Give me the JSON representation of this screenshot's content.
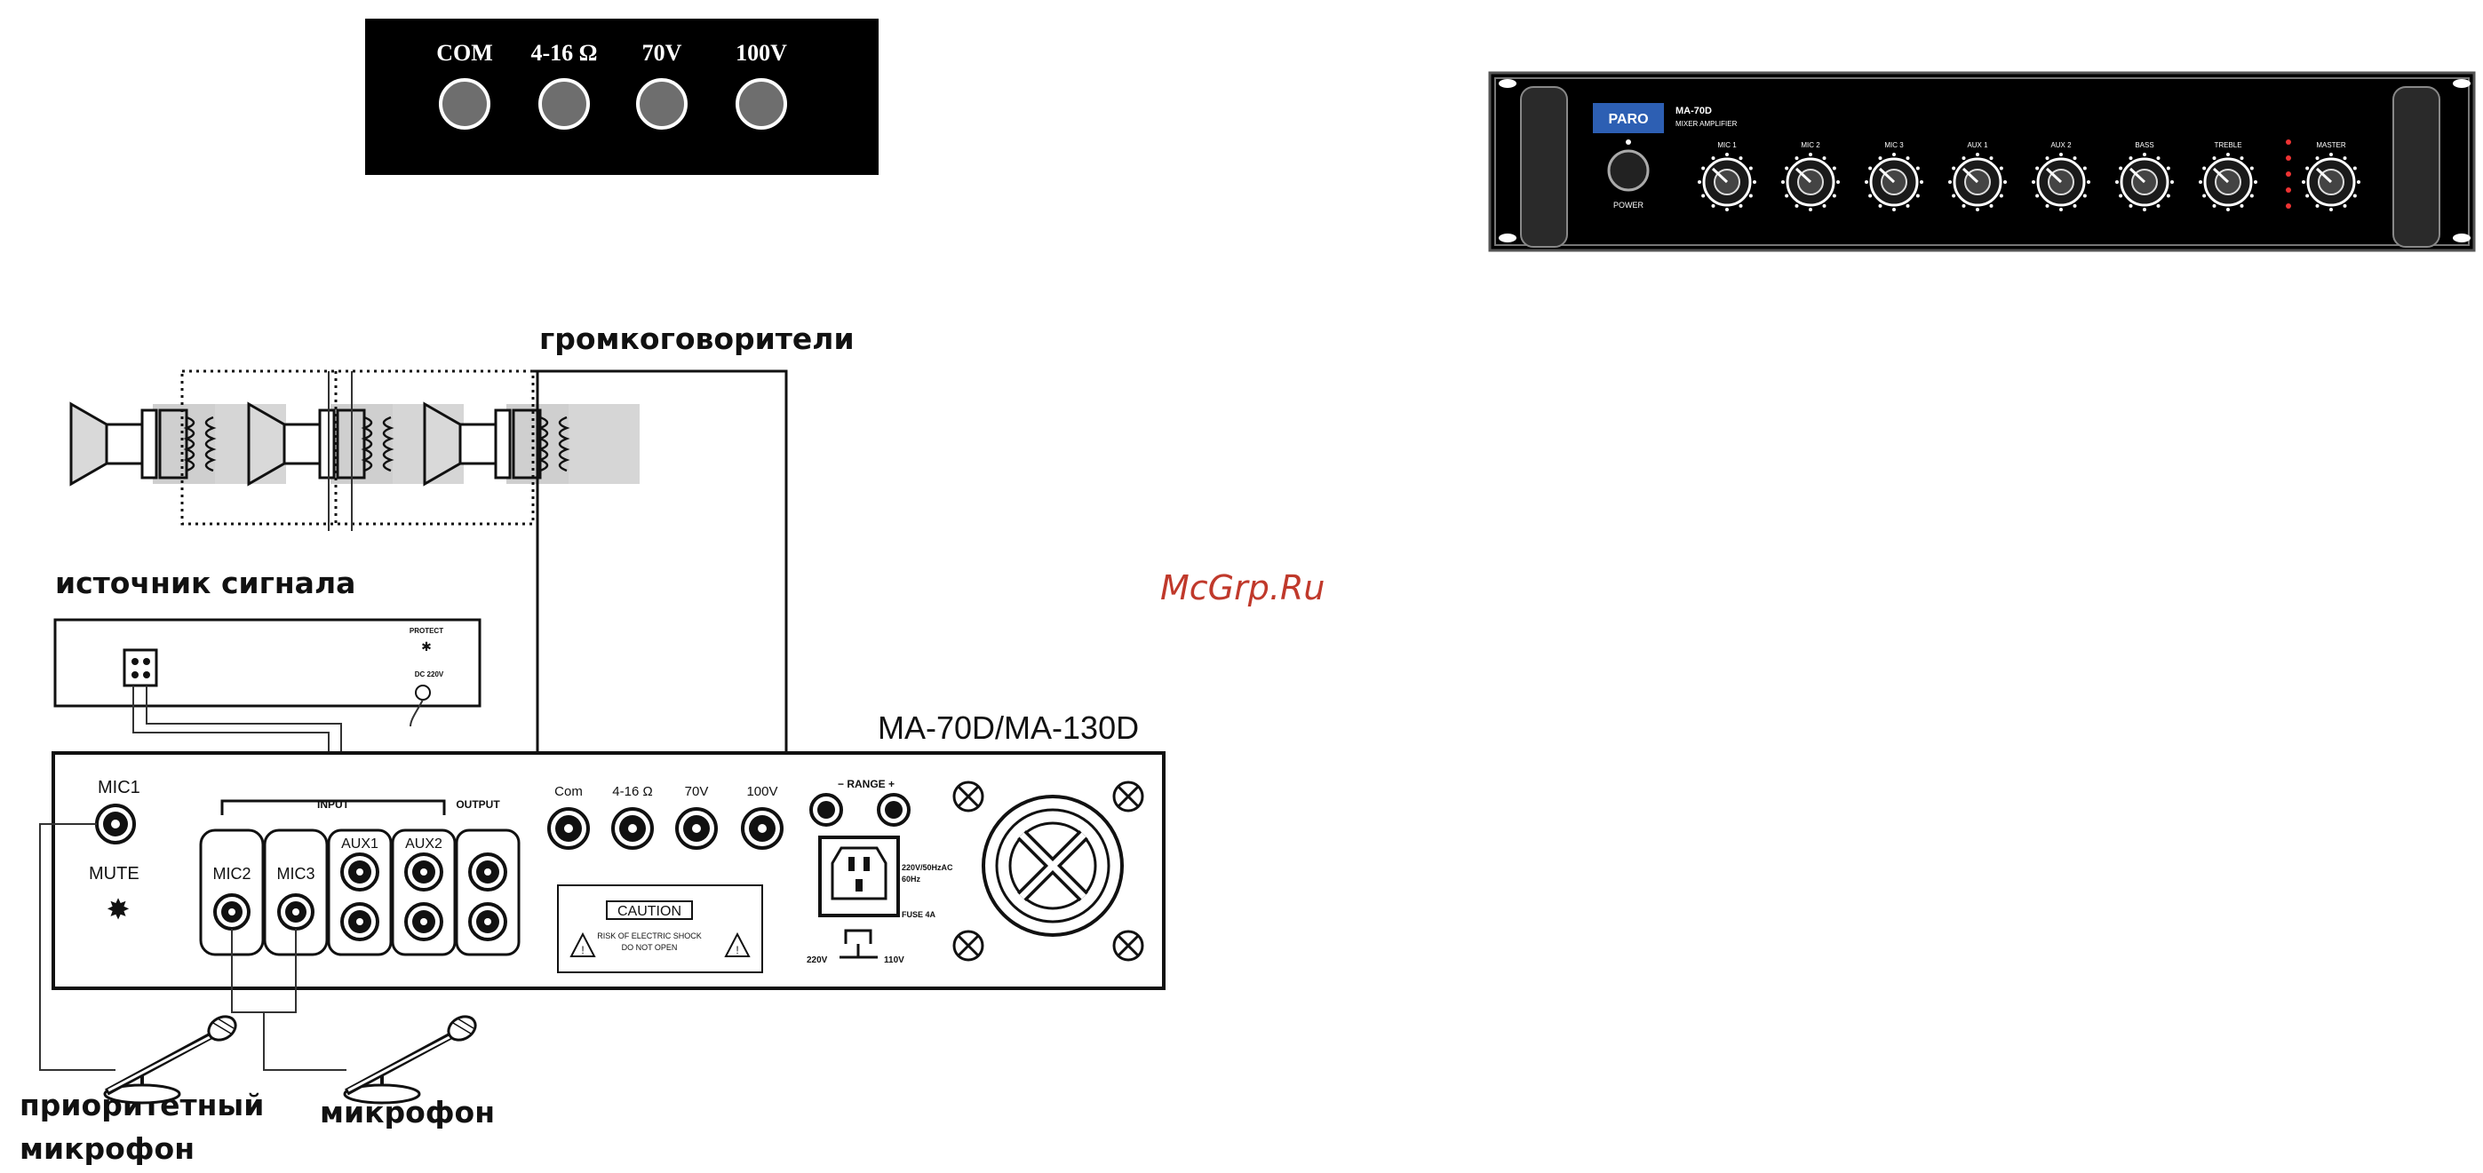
{
  "top_panel": {
    "terminals": [
      "COM",
      "4-16 Ω",
      "70V",
      "100V"
    ]
  },
  "watermark": "McGrp.Ru",
  "labels": {
    "speakers": "громкоговорители",
    "signal_source": "источник сигнала",
    "model": "MA-70D/MA-130D",
    "priority_mic_line1": "приоритетный",
    "priority_mic_line2": "микрофон",
    "microphone": "микрофон"
  },
  "source_device": {
    "protect": "PROTECT",
    "dc": "DC 220V"
  },
  "rear_panel": {
    "mic1": "MIC1",
    "mute": "MUTE",
    "mic2": "MIC2",
    "mic3": "MIC3",
    "input": "INPUT",
    "aux1": "AUX1",
    "aux2": "AUX2",
    "output": "OUTPUT",
    "terminals": [
      "Com",
      "4-16 Ω",
      "70V",
      "100V"
    ],
    "range": "− RANGE +",
    "ac_rating_1": "220V/50HzAC",
    "ac_rating_2": "60Hz",
    "fuse": "FUSE 4A",
    "v220": "220V",
    "v110": "110V",
    "caution": "CAUTION",
    "caution_text_1": "RISK OF ELECTRIC SHOCK",
    "caution_text_2": "DO NOT OPEN"
  },
  "front_panel": {
    "brand": "PARO",
    "model": "MA-70D",
    "subtitle": "MIXER AMPLIFIER",
    "power": "POWER",
    "knobs": [
      "MIC 1",
      "MIC 2",
      "MIC 3",
      "AUX 1",
      "AUX 2",
      "BASS",
      "TREBLE",
      "MASTER"
    ]
  }
}
